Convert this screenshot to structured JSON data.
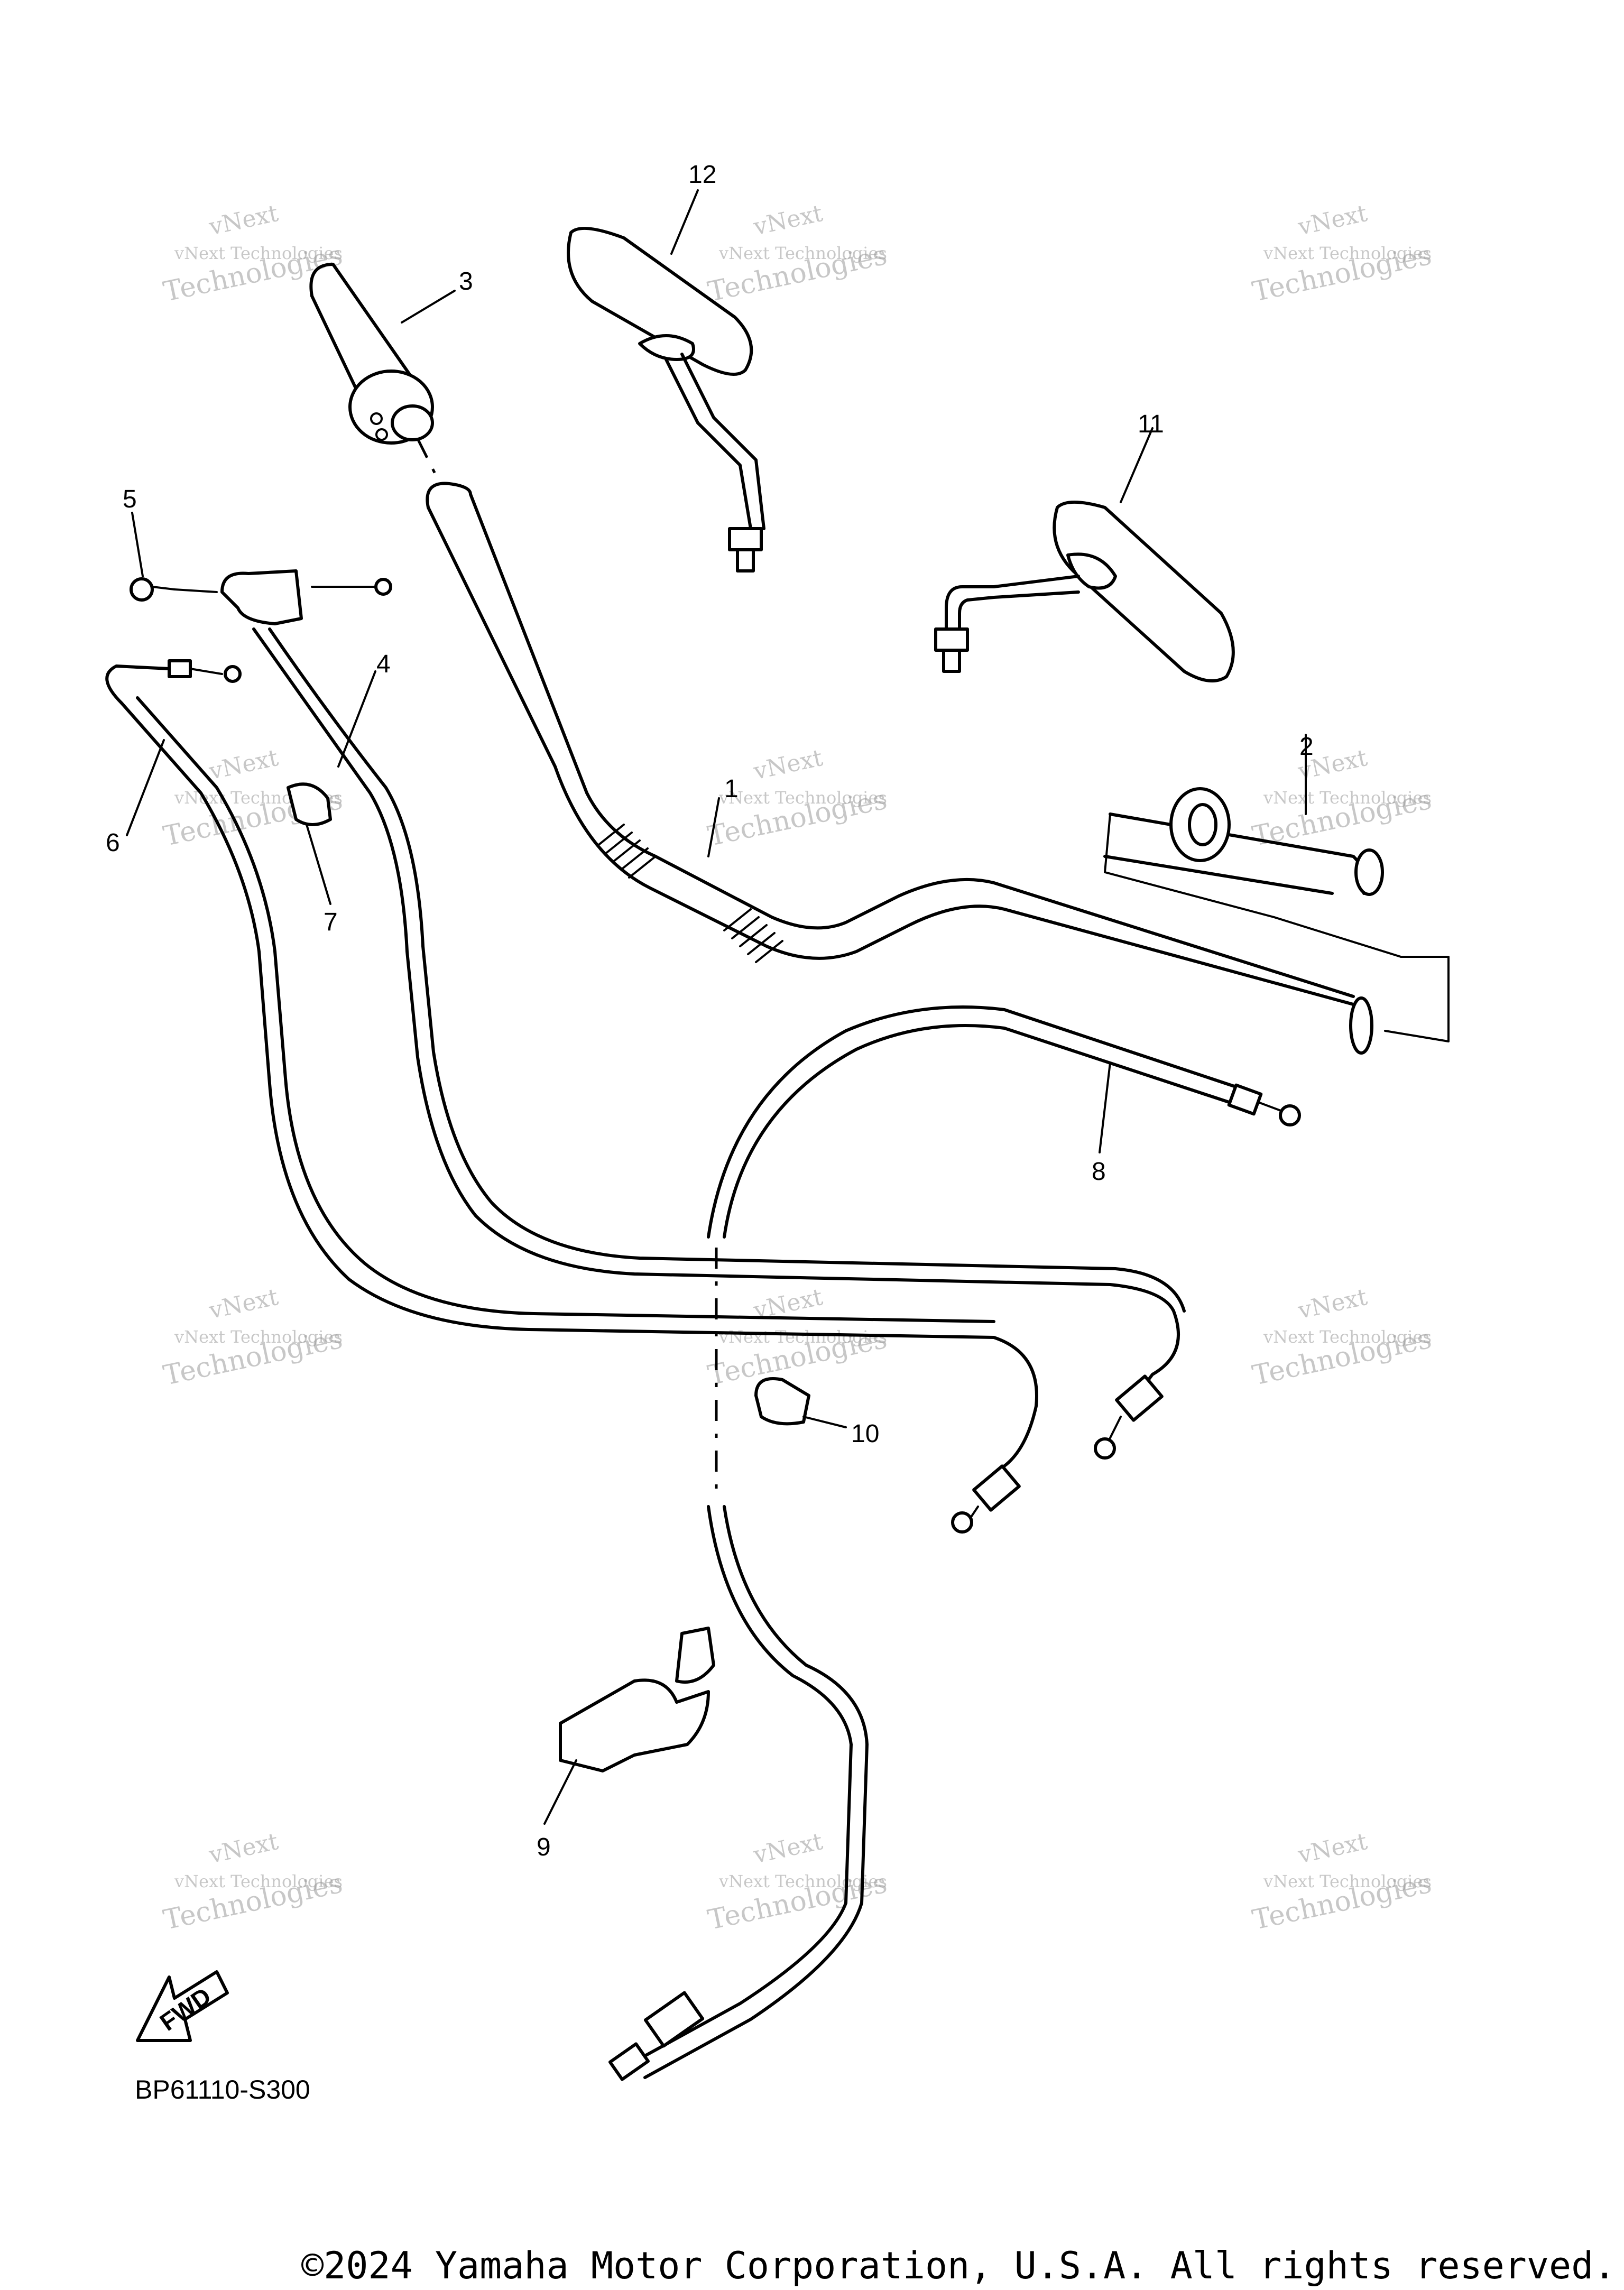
{
  "diagram": {
    "callouts": [
      "1",
      "2",
      "3",
      "4",
      "5",
      "6",
      "7",
      "8",
      "9",
      "10",
      "11",
      "12"
    ],
    "watermark": {
      "line1": "vNext",
      "line2": "vNext Technologies",
      "line3": "Technologies"
    },
    "direction_label": "FWD",
    "drawing_code": "BP61110-S300",
    "copyright": "©2024 Yamaha Motor Corporation, U.S.A. All rights reserved."
  }
}
